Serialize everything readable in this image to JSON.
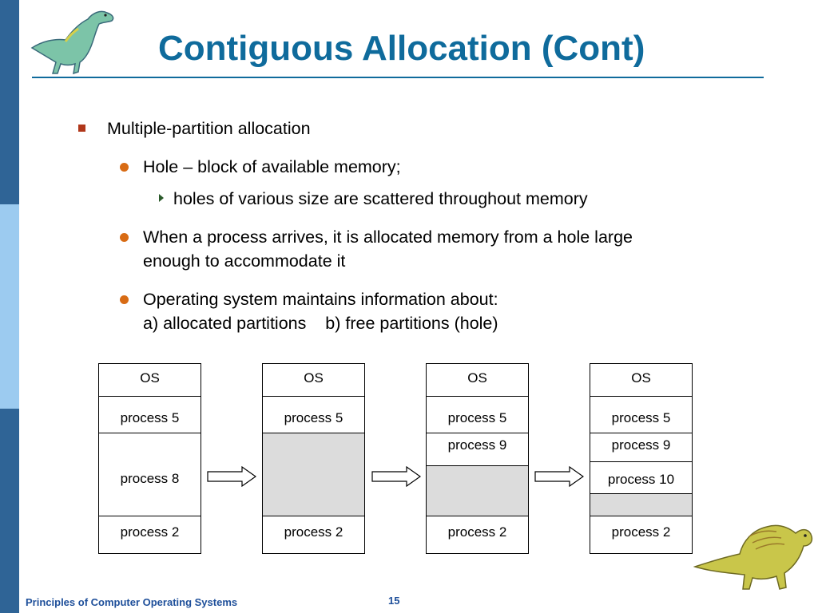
{
  "slide": {
    "title": "Contiguous Allocation (Cont)",
    "footer": "Principles of Computer Operating Systems",
    "page_number": "15"
  },
  "bullets": {
    "level1": "Multiple-partition allocation",
    "hole_def": "Hole – block of available memory;",
    "hole_sub": "holes of various size are scattered throughout memory",
    "arrival_line1": "When a process arrives, it is allocated memory from a hole large",
    "arrival_line2": "enough to accommodate it",
    "os_line1": "Operating system maintains information about:",
    "os_line2": "a) allocated partitions    b) free partitions (hole)"
  },
  "memory_maps": [
    {
      "blocks": [
        "OS",
        "process 5",
        "process 8",
        "process 2"
      ]
    },
    {
      "blocks": [
        "OS",
        "process 5",
        "",
        "process 2"
      ]
    },
    {
      "blocks": [
        "OS",
        "process 5",
        "process 9",
        "",
        "process 2"
      ]
    },
    {
      "blocks": [
        "OS",
        "process 5",
        "process 9",
        "process 10",
        "",
        "process 2"
      ]
    }
  ],
  "colors": {
    "title": "#0f6b9c",
    "hole_fill": "#dcdcdc",
    "sidebar_dark": "#2f6496",
    "sidebar_light": "#9ccbf0",
    "bullet_square": "#b0371a",
    "bullet_dot": "#d86b14"
  }
}
